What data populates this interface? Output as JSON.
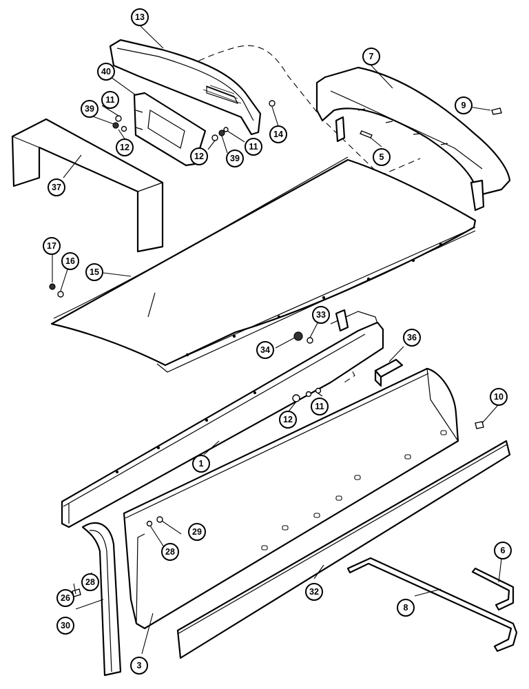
{
  "callouts": {
    "c1": "1",
    "c3": "3",
    "c5": "5",
    "c6": "6",
    "c7": "7",
    "c8": "8",
    "c9": "9",
    "c10": "10",
    "c11a": "11",
    "c11b": "11",
    "c11c": "11",
    "c12a": "12",
    "c12b": "12",
    "c12c": "12",
    "c13": "13",
    "c14": "14",
    "c15": "15",
    "c16": "16",
    "c17": "17",
    "c26": "26",
    "c28a": "28",
    "c28b": "28",
    "c29": "29",
    "c30": "30",
    "c32": "32",
    "c33": "33",
    "c34": "34",
    "c36": "36",
    "c37": "37",
    "c39a": "39",
    "c39b": "39",
    "c40": "40"
  }
}
